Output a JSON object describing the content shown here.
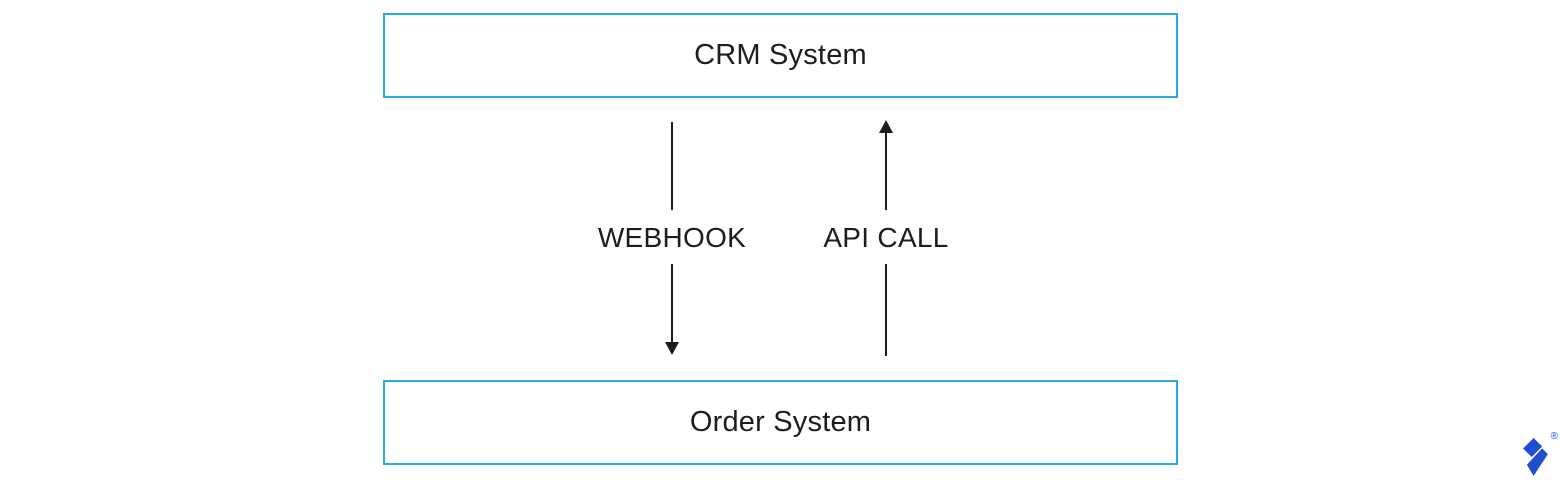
{
  "diagram": {
    "nodes": [
      {
        "id": "crm-system",
        "label": "CRM System"
      },
      {
        "id": "order-system",
        "label": "Order System"
      }
    ],
    "connections": [
      {
        "id": "webhook",
        "label": "WEBHOOK",
        "from": "CRM System",
        "to": "Order System",
        "direction": "down",
        "arrowhead_icon": "arrowhead-down-icon"
      },
      {
        "id": "api-call",
        "label": "API CALL",
        "from": "Order System",
        "to": "CRM System",
        "direction": "up",
        "arrowhead_icon": "arrowhead-up-icon"
      }
    ],
    "colors": {
      "node_border": "#29abe2",
      "node_fill": "#ffffff",
      "arrow": "#1d1d1d",
      "label_text": "#1d1d1d",
      "background": "#ffffff",
      "logo_blue": "#204ecf"
    }
  },
  "branding": {
    "logo_icon": "toptal-logo-icon",
    "registered_mark": "®"
  }
}
